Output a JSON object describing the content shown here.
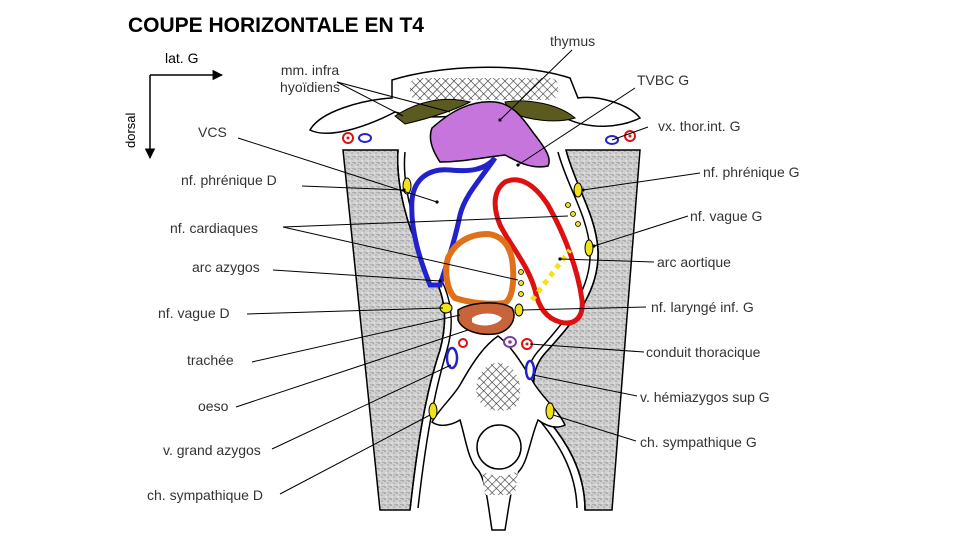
{
  "title": "COUPE HORIZONTALE EN T4",
  "orientation": {
    "lateral": "lat. G",
    "dorsal": "dorsal"
  },
  "labels": {
    "thymus": "thymus",
    "mm_infra_1": "mm. infra",
    "mm_infra_2": "hyoïdiens",
    "tvbc_g": "TVBC G",
    "vx_thor_int_g": "vx. thor.int.  G",
    "vcs": "VCS",
    "nf_phrenique_d": "nf. phrénique  D",
    "nf_phrenique_g": "nf. phrénique  G",
    "nf_vague_g": "nf. vague G",
    "nf_cardiaques": "nf. cardiaques",
    "arc_aortique": "arc aortique",
    "arc_azygos": "arc azygos",
    "nf_larynge_inf_g": "nf. laryngé inf. G",
    "nf_vague_d": "nf. vague D",
    "conduit_thoracique": "conduit thoracique",
    "trachee": "trachée",
    "v_hemiazygos": "v. hémiazygos sup G",
    "oeso": "oeso",
    "ch_sympathique_g": "ch. sympathique  G",
    "v_grand_azygos": "v. grand azygos",
    "ch_sympathique_d": "ch. sympathique  D"
  },
  "colors": {
    "muscle": "#5b5a1f",
    "thymus": "#c675dc",
    "vcs": "#2222cc",
    "aorta": "#dd1111",
    "azygos_arch": "#e0701a",
    "nerve": "#f2e21a",
    "lung": "#c9c9c9",
    "esophagus": "#c8643a"
  }
}
